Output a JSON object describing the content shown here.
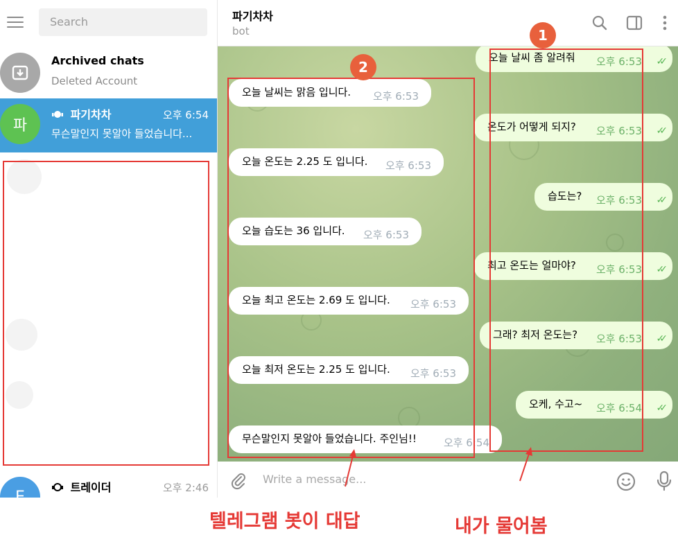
{
  "sidebar": {
    "search_placeholder": "Search",
    "archived": {
      "title": "Archived chats",
      "preview": "Deleted Account"
    },
    "active_chat": {
      "avatar_letter": "파",
      "title": "파기차차",
      "time": "오후 6:54",
      "preview": "무슨말인지 못알아 들었습니다..."
    },
    "bottom_chat": {
      "avatar_letter": "E",
      "title": "트레이더",
      "time": "오후 2:46"
    }
  },
  "header": {
    "title": "파기차차",
    "subtitle": "bot"
  },
  "messages": {
    "outgoing": [
      {
        "text": "오늘 날씨 좀 알려줘",
        "time": "오후 6:53"
      },
      {
        "text": "온도가 어떻게 되지?",
        "time": "오후 6:53"
      },
      {
        "text": "습도는?",
        "time": "오후 6:53"
      },
      {
        "text": "최고 온도는 얼마야?",
        "time": "오후 6:53"
      },
      {
        "text": "그래? 최저 온도는?",
        "time": "오후 6:53"
      },
      {
        "text": "오케, 수고~",
        "time": "오후 6:54"
      }
    ],
    "incoming": [
      {
        "text": "오늘 날씨는 맑음 입니다.",
        "time": "오후 6:53"
      },
      {
        "text": "오늘 온도는 2.25 도 입니다.",
        "time": "오후 6:53"
      },
      {
        "text": "오늘 습도는 36 입니다.",
        "time": "오후 6:53"
      },
      {
        "text": "오늘 최고 온도는 2.69 도 입니다.",
        "time": "오후 6:53"
      },
      {
        "text": "오늘 최저 온도는 2.25 도 입니다.",
        "time": "오후 6:53"
      },
      {
        "text": "무슨말인지 못알아 들었습니다. 주인님!!",
        "time": "오후 6:54"
      }
    ]
  },
  "input": {
    "placeholder": "Write a message..."
  },
  "annotations": {
    "badge_1": "1",
    "badge_2": "2",
    "label_bot": "텔레그램 봇이 대답",
    "label_me": "내가 물어봄"
  },
  "colors": {
    "accent": "#419fd9",
    "annotation": "#e53935",
    "badge": "#e8603c",
    "outgoing_bubble": "#effdde"
  }
}
